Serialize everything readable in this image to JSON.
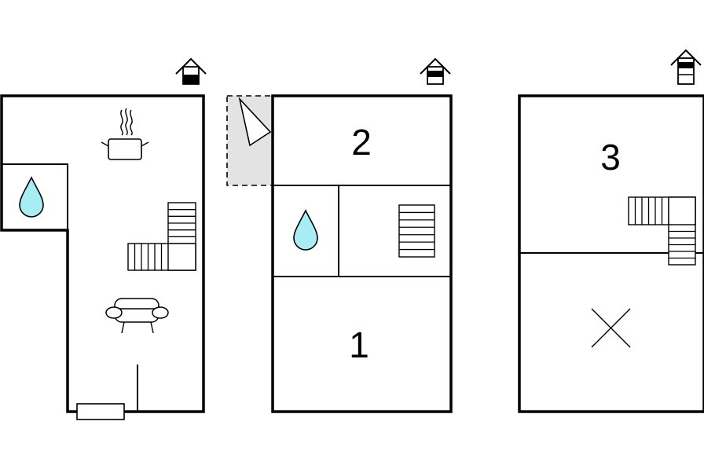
{
  "floors": [
    {
      "id": "floor-ground",
      "icons": [
        "house-floor-icon",
        "kitchen-stove-icon",
        "bathroom-water-drop-icon",
        "staircase-icon",
        "sofa-icon",
        "entrance-door-icon"
      ]
    },
    {
      "id": "floor-first",
      "rooms": [
        {
          "label": "2",
          "type": "bedroom"
        },
        {
          "label": "1",
          "type": "bedroom"
        }
      ],
      "icons": [
        "house-floor-icon",
        "balcony-icon",
        "bathroom-water-drop-icon",
        "staircase-icon"
      ]
    },
    {
      "id": "floor-second",
      "rooms": [
        {
          "label": "3",
          "type": "bedroom"
        }
      ],
      "icons": [
        "house-floor-icon",
        "staircase-icon",
        "no-access-cross-icon"
      ]
    }
  ],
  "colors": {
    "wall": "#000000",
    "water_drop": "#a8ecf4",
    "balcony": "#e3e3e3",
    "background": "#ffffff"
  }
}
